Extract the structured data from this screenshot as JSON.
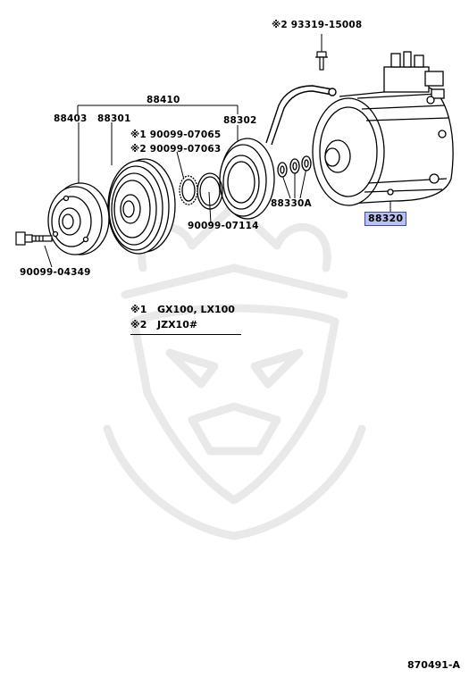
{
  "diagram": {
    "labels": {
      "bolt_top": "※2 93319-15008",
      "assy_clutch": "88410",
      "hub": "88403",
      "pulley": "88301",
      "stator": "88302",
      "ring_1": "※1 90099-07065",
      "ring_2": "※2 90099-07063",
      "snap_ring": "90099-07114",
      "shims": "88330A",
      "compressor": "88320",
      "bolt_hub": "90099-04349"
    },
    "legend": [
      {
        "mark": "※1",
        "text": "GX100, LX100"
      },
      {
        "mark": "※2",
        "text": "JZX10#"
      }
    ],
    "footer_code": "870491-A",
    "colors": {
      "line": "#000000",
      "highlight_fill": "#b9c2ef",
      "highlight_border": "#3b4bb5",
      "watermark": "#e9e9e9"
    }
  }
}
